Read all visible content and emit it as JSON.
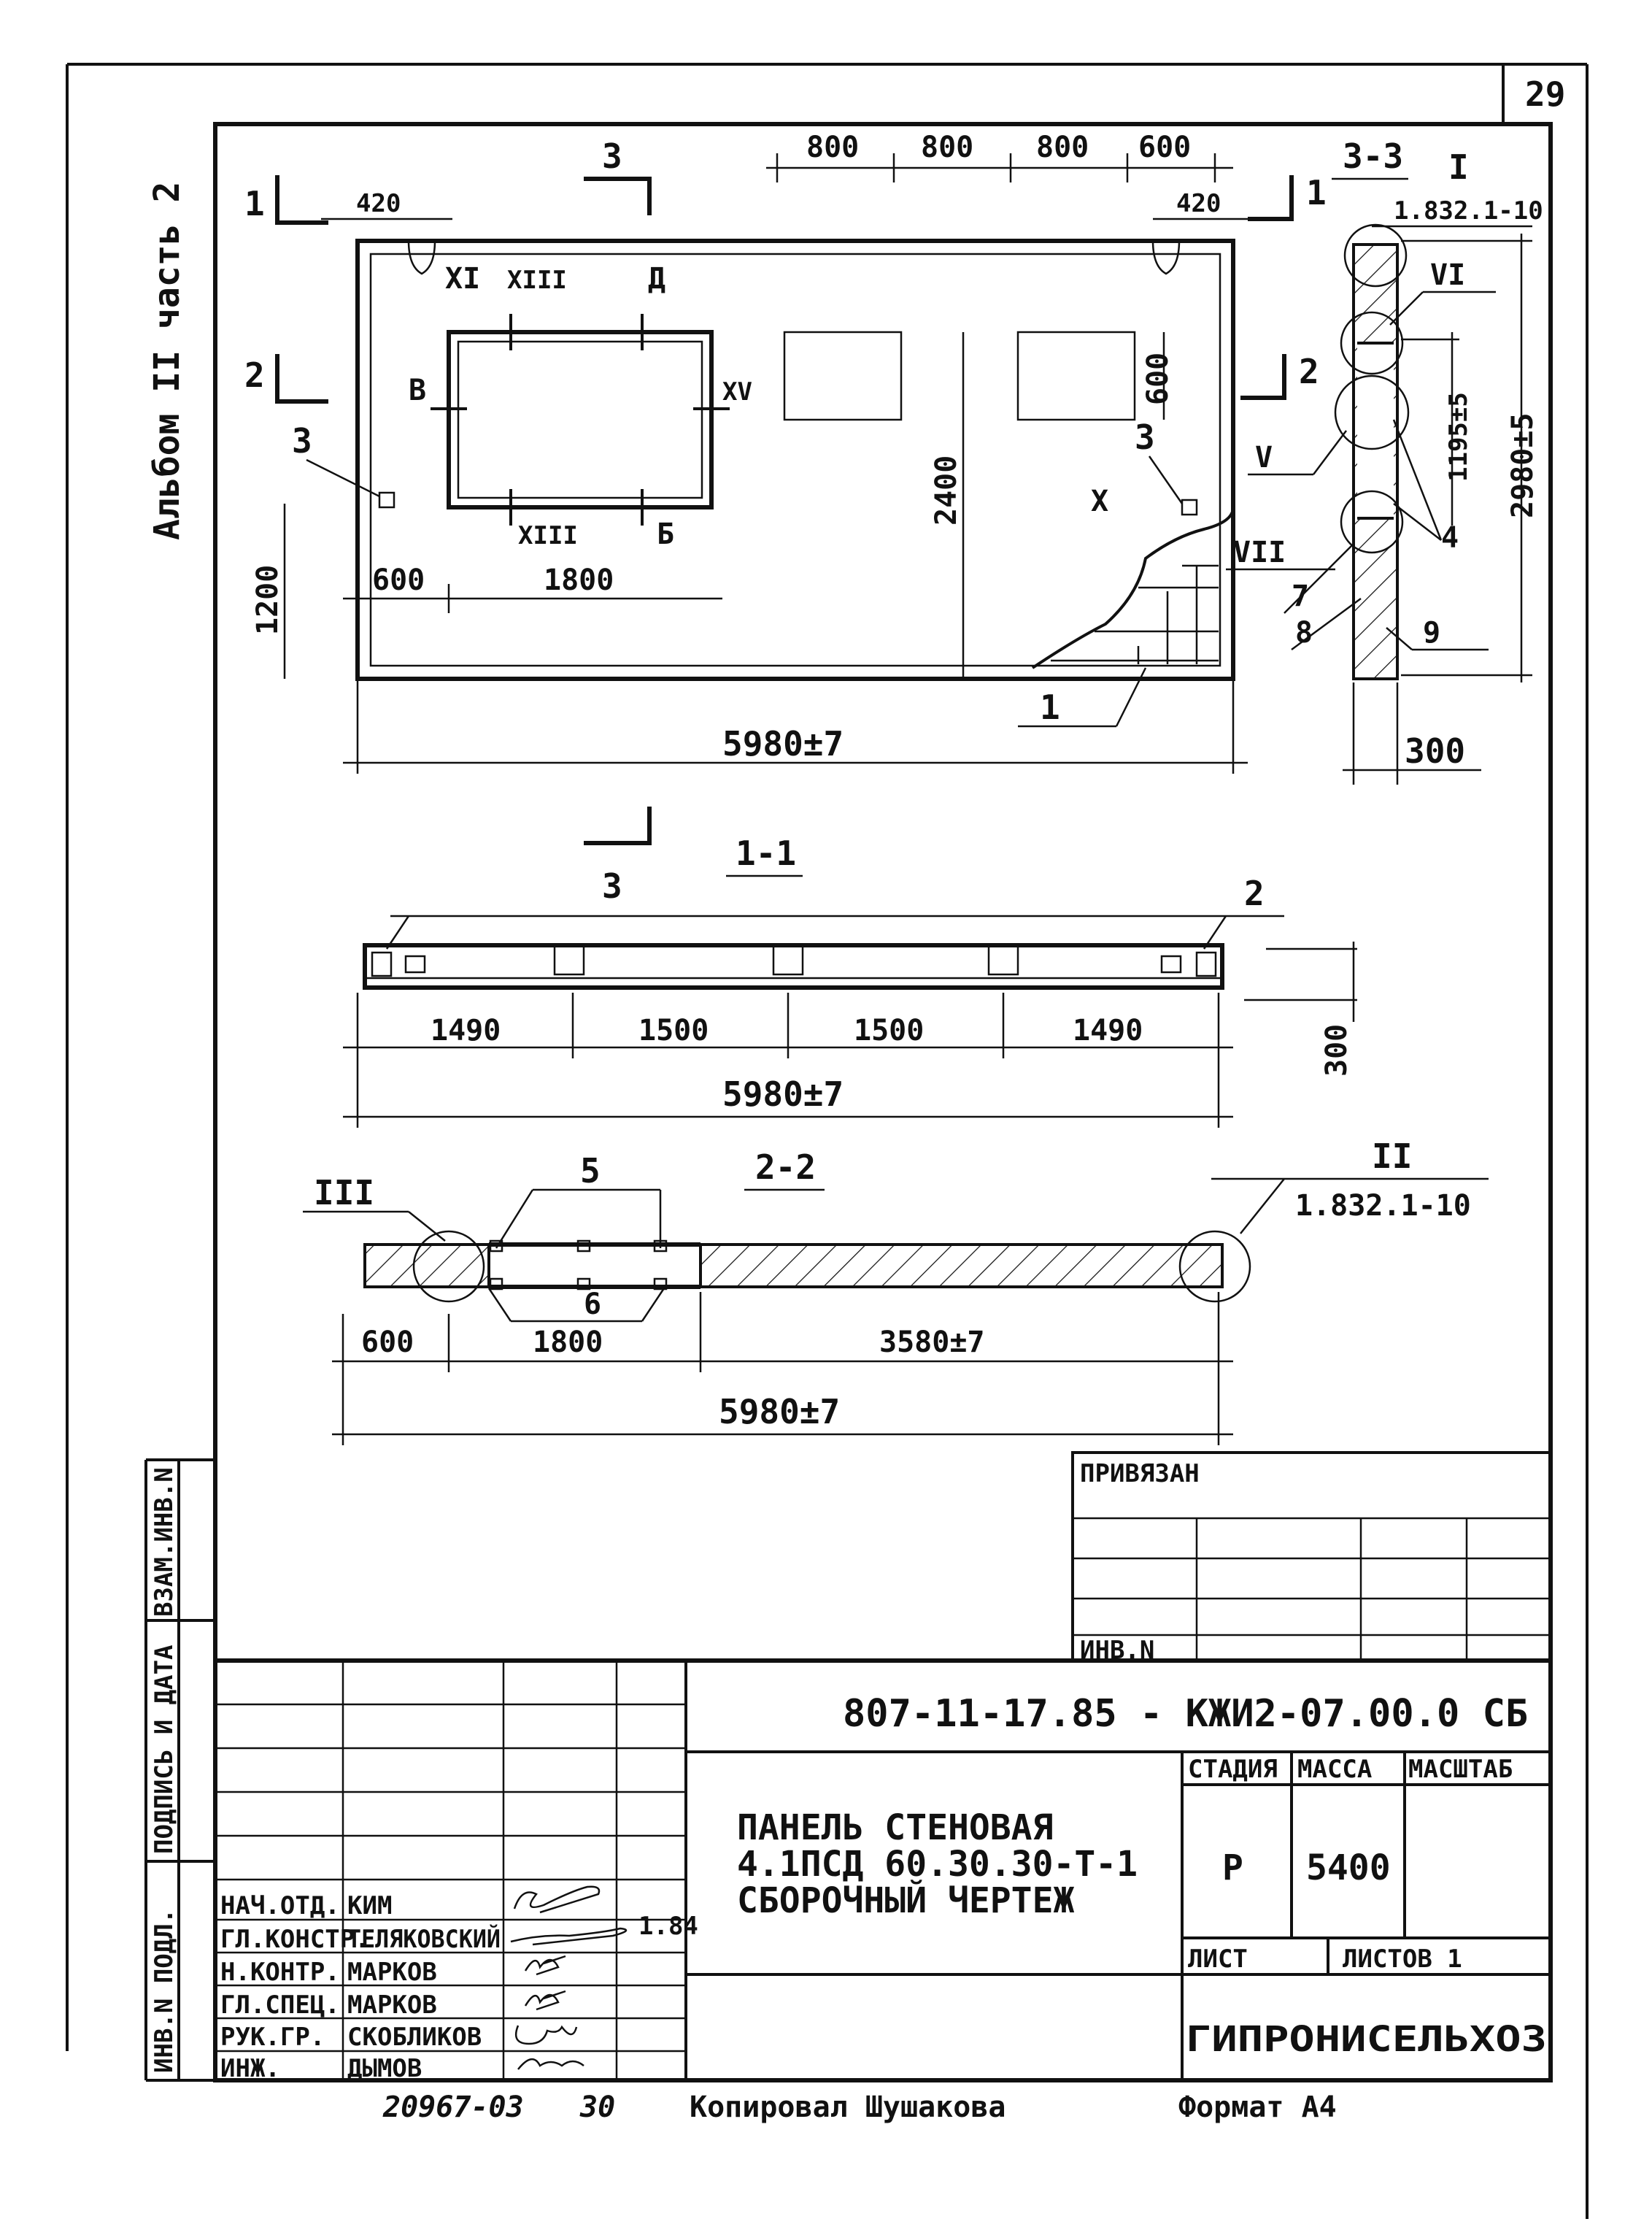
{
  "sheet_no": "29",
  "album_label": "Альбом II часть 2",
  "elevation": {
    "dims_top": [
      "800",
      "800",
      "800",
      "600"
    ],
    "edge_420_left": "420",
    "edge_420_right": "420",
    "height_2400": "2400",
    "window_600": "600",
    "dim_1200": "1200",
    "dim_600": "600",
    "dim_1800": "1800",
    "overall": "5980±7",
    "roman": {
      "xi": "XI",
      "xiii_top": "XIII",
      "xiii_bottom": "XIII",
      "xv": "XV",
      "x": "X"
    },
    "letters": {
      "d": "Д",
      "v": "В",
      "b": "Б"
    },
    "callouts": {
      "c3a": "3",
      "c3b": "3",
      "c1": "1"
    },
    "cuts": {
      "c1": "1",
      "c2": "2",
      "c3top": "3",
      "c3bottom": "3"
    }
  },
  "section_33": {
    "title": "3-3",
    "node_i": "I",
    "ref": "1.832.1-10",
    "dim_1195": "1195±5",
    "dim_2980": "2980±5",
    "dim_300": "300",
    "cut1": "1",
    "cut2": "2",
    "labels": [
      "VI",
      "V",
      "VII",
      "4",
      "7",
      "8",
      "9"
    ]
  },
  "section_11": {
    "title": "1-1",
    "callout": "2",
    "dims": [
      "1490",
      "1500",
      "1500",
      "1490"
    ],
    "overall": "5980±7",
    "depth": "300"
  },
  "section_22": {
    "title": "2-2",
    "node_iii": "III",
    "node_ii": "II",
    "ref": "1.832.1-10",
    "c5": "5",
    "c6": "6",
    "dims": [
      "600",
      "1800",
      "3580±7"
    ],
    "overall": "5980±7"
  },
  "side_stamps": {
    "inv_podl": "ИНВ.N ПОДЛ.",
    "podpis": "ПОДПИСЬ И ДАТА",
    "vzam": "ВЗАМ.ИНВ.N"
  },
  "privyazan": {
    "title": "ПРИВЯЗАН",
    "inv": "ИНВ.N"
  },
  "title_block": {
    "doc_code": "807-11-17.85 - КЖИ2-07.00.0 СБ",
    "name_line1": "ПАНЕЛЬ СТЕНОВАЯ",
    "name_line2": "4.1ПСД 60.30.30-Т-1",
    "name_line3": "СБОРОЧНЫЙ ЧЕРТЕЖ",
    "stage_h": "СТАДИЯ",
    "mass_h": "МАССА",
    "scale_h": "МАСШТАБ",
    "stage": "Р",
    "mass": "5400",
    "sheet_h": "ЛИСТ",
    "sheets_h": "ЛИСТОВ 1",
    "org": "ГИПРОНИСЕЛЬХОЗ",
    "roles": [
      "НАЧ.ОТД.",
      "ГЛ.КОНСТР.",
      "Н.КОНТР.",
      "ГЛ.СПЕЦ.",
      "РУК.ГР.",
      "ИНЖ."
    ],
    "names": [
      "КИМ",
      "ТЕЛЯКОВСКИЙ",
      "МАРКОВ",
      "МАРКОВ",
      "СКОБЛИКОВ",
      "ДЫМОВ"
    ],
    "date_note": "1.84"
  },
  "footer": {
    "archive": "20967-03",
    "page": "30",
    "copied": "Копировал Шушакова",
    "format": "Формат А4"
  }
}
